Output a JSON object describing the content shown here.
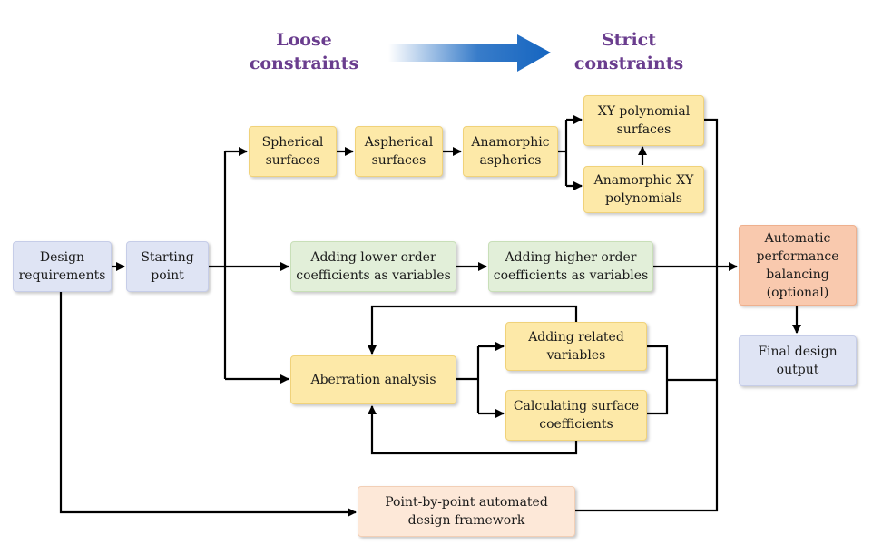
{
  "header": {
    "loose": [
      "Loose",
      "constraints"
    ],
    "strict": [
      "Strict",
      "constraints"
    ],
    "arrow_color": "#1565c0"
  },
  "colors": {
    "yellow": "#fde9a8",
    "blue": "#dfe4f4",
    "green": "#e2efd9",
    "orange": "#f9c9ae",
    "peach": "#fde8d8",
    "header_text": "#6a3d8e"
  },
  "nodes": {
    "design_requirements": [
      "Design",
      "requirements"
    ],
    "starting_point": [
      "Starting",
      "point"
    ],
    "spherical": [
      "Spherical",
      "surfaces"
    ],
    "aspherical": [
      "Aspherical",
      "surfaces"
    ],
    "anamorphic_aspherics": [
      "Anamorphic",
      "aspherics"
    ],
    "xy_polynomial": [
      "XY polynomial",
      "surfaces"
    ],
    "anamorphic_xy": [
      "Anamorphic XY",
      "polynomials"
    ],
    "lower_order": [
      "Adding lower order",
      "coefficients as variables"
    ],
    "higher_order": [
      "Adding higher order",
      "coefficients as variables"
    ],
    "aberration": [
      "Aberration analysis"
    ],
    "related_vars": [
      "Adding related",
      "variables"
    ],
    "calc_surface": [
      "Calculating surface",
      "coefficients"
    ],
    "point_by_point": [
      "Point-by-point automated",
      "design framework"
    ],
    "auto_balance": [
      "Automatic",
      "performance",
      "balancing",
      "(optional)"
    ],
    "final_output": [
      "Final design",
      "output"
    ]
  }
}
